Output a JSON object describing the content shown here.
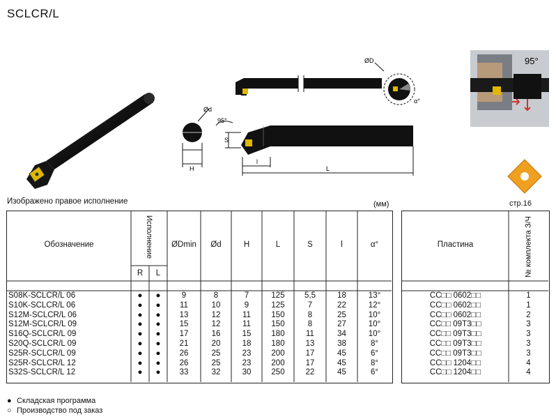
{
  "title": "SCLCR/L",
  "caption": "Изображено правое исполнение",
  "unit": "(мм)",
  "page_ref": "стр.16",
  "angle_label": "95°",
  "drawing_labels": {
    "od": "ØD",
    "od_small": "Ød",
    "h": "H",
    "s": "S",
    "l_small": "l",
    "l": "L",
    "alpha": "α°",
    "deg95": "95°"
  },
  "table": {
    "headers": {
      "designation": "Обозначение",
      "execution": "Исполнение",
      "r": "R",
      "l": "L",
      "dmin": "ØDmin",
      "d": "Ød",
      "h": "H",
      "length": "L",
      "s": "S",
      "l_small": "l",
      "alpha": "α°",
      "insert": "Пластина",
      "kit": "№ комплекта З/Ч"
    },
    "rows": [
      {
        "designation": "S08K-SCLCR/L 06",
        "r": "●",
        "l": "●",
        "dmin": "9",
        "d": "8",
        "h": "7",
        "length": "125",
        "s": "5,5",
        "l_small": "18",
        "alpha": "13°",
        "insert": "CC□□ 0602□□",
        "kit": "1"
      },
      {
        "designation": "S10K-SCLCR/L 06",
        "r": "●",
        "l": "●",
        "dmin": "11",
        "d": "10",
        "h": "9",
        "length": "125",
        "s": "7",
        "l_small": "22",
        "alpha": "12°",
        "insert": "CC□□ 0602□□",
        "kit": "1"
      },
      {
        "designation": "S12M-SCLCR/L 06",
        "r": "●",
        "l": "●",
        "dmin": "13",
        "d": "12",
        "h": "11",
        "length": "150",
        "s": "8",
        "l_small": "25",
        "alpha": "10°",
        "insert": "CC□□ 0602□□",
        "kit": "2"
      },
      {
        "designation": "S12M-SCLCR/L 09",
        "r": "●",
        "l": "●",
        "dmin": "15",
        "d": "12",
        "h": "11",
        "length": "150",
        "s": "8",
        "l_small": "27",
        "alpha": "10°",
        "insert": "CC□□ 09T3□□",
        "kit": "3"
      },
      {
        "designation": "S16Q-SCLCR/L 09",
        "r": "●",
        "l": "●",
        "dmin": "17",
        "d": "16",
        "h": "15",
        "length": "180",
        "s": "11",
        "l_small": "34",
        "alpha": "10°",
        "insert": "CC□□ 09T3□□",
        "kit": "3"
      },
      {
        "designation": "S20Q-SCLCR/L 09",
        "r": "●",
        "l": "●",
        "dmin": "21",
        "d": "20",
        "h": "18",
        "length": "180",
        "s": "13",
        "l_small": "38",
        "alpha": "8°",
        "insert": "CC□□ 09T3□□",
        "kit": "3"
      },
      {
        "designation": "S25R-SCLCR/L 09",
        "r": "●",
        "l": "●",
        "dmin": "26",
        "d": "25",
        "h": "23",
        "length": "200",
        "s": "17",
        "l_small": "45",
        "alpha": "6°",
        "insert": "CC□□ 09T3□□",
        "kit": "3"
      },
      {
        "designation": "S25R-SCLCR/L 12",
        "r": "●",
        "l": "●",
        "dmin": "26",
        "d": "25",
        "h": "23",
        "length": "200",
        "s": "17",
        "l_small": "45",
        "alpha": "8°",
        "insert": "CC□□ 1204□□",
        "kit": "4"
      },
      {
        "designation": "S32S-SCLCR/L 12",
        "r": "●",
        "l": "●",
        "dmin": "33",
        "d": "32",
        "h": "30",
        "length": "250",
        "s": "22",
        "l_small": "45",
        "alpha": "6°",
        "insert": "CC□□ 1204□□",
        "kit": "4"
      }
    ]
  },
  "legend": [
    {
      "mark": "●",
      "text": "Складская программа"
    },
    {
      "mark": "○",
      "text": "Производство под заказ"
    }
  ],
  "colors": {
    "insert_orange": "#f0a020",
    "tool_black": "#111111",
    "photo_bg": "#c8ccd0"
  }
}
